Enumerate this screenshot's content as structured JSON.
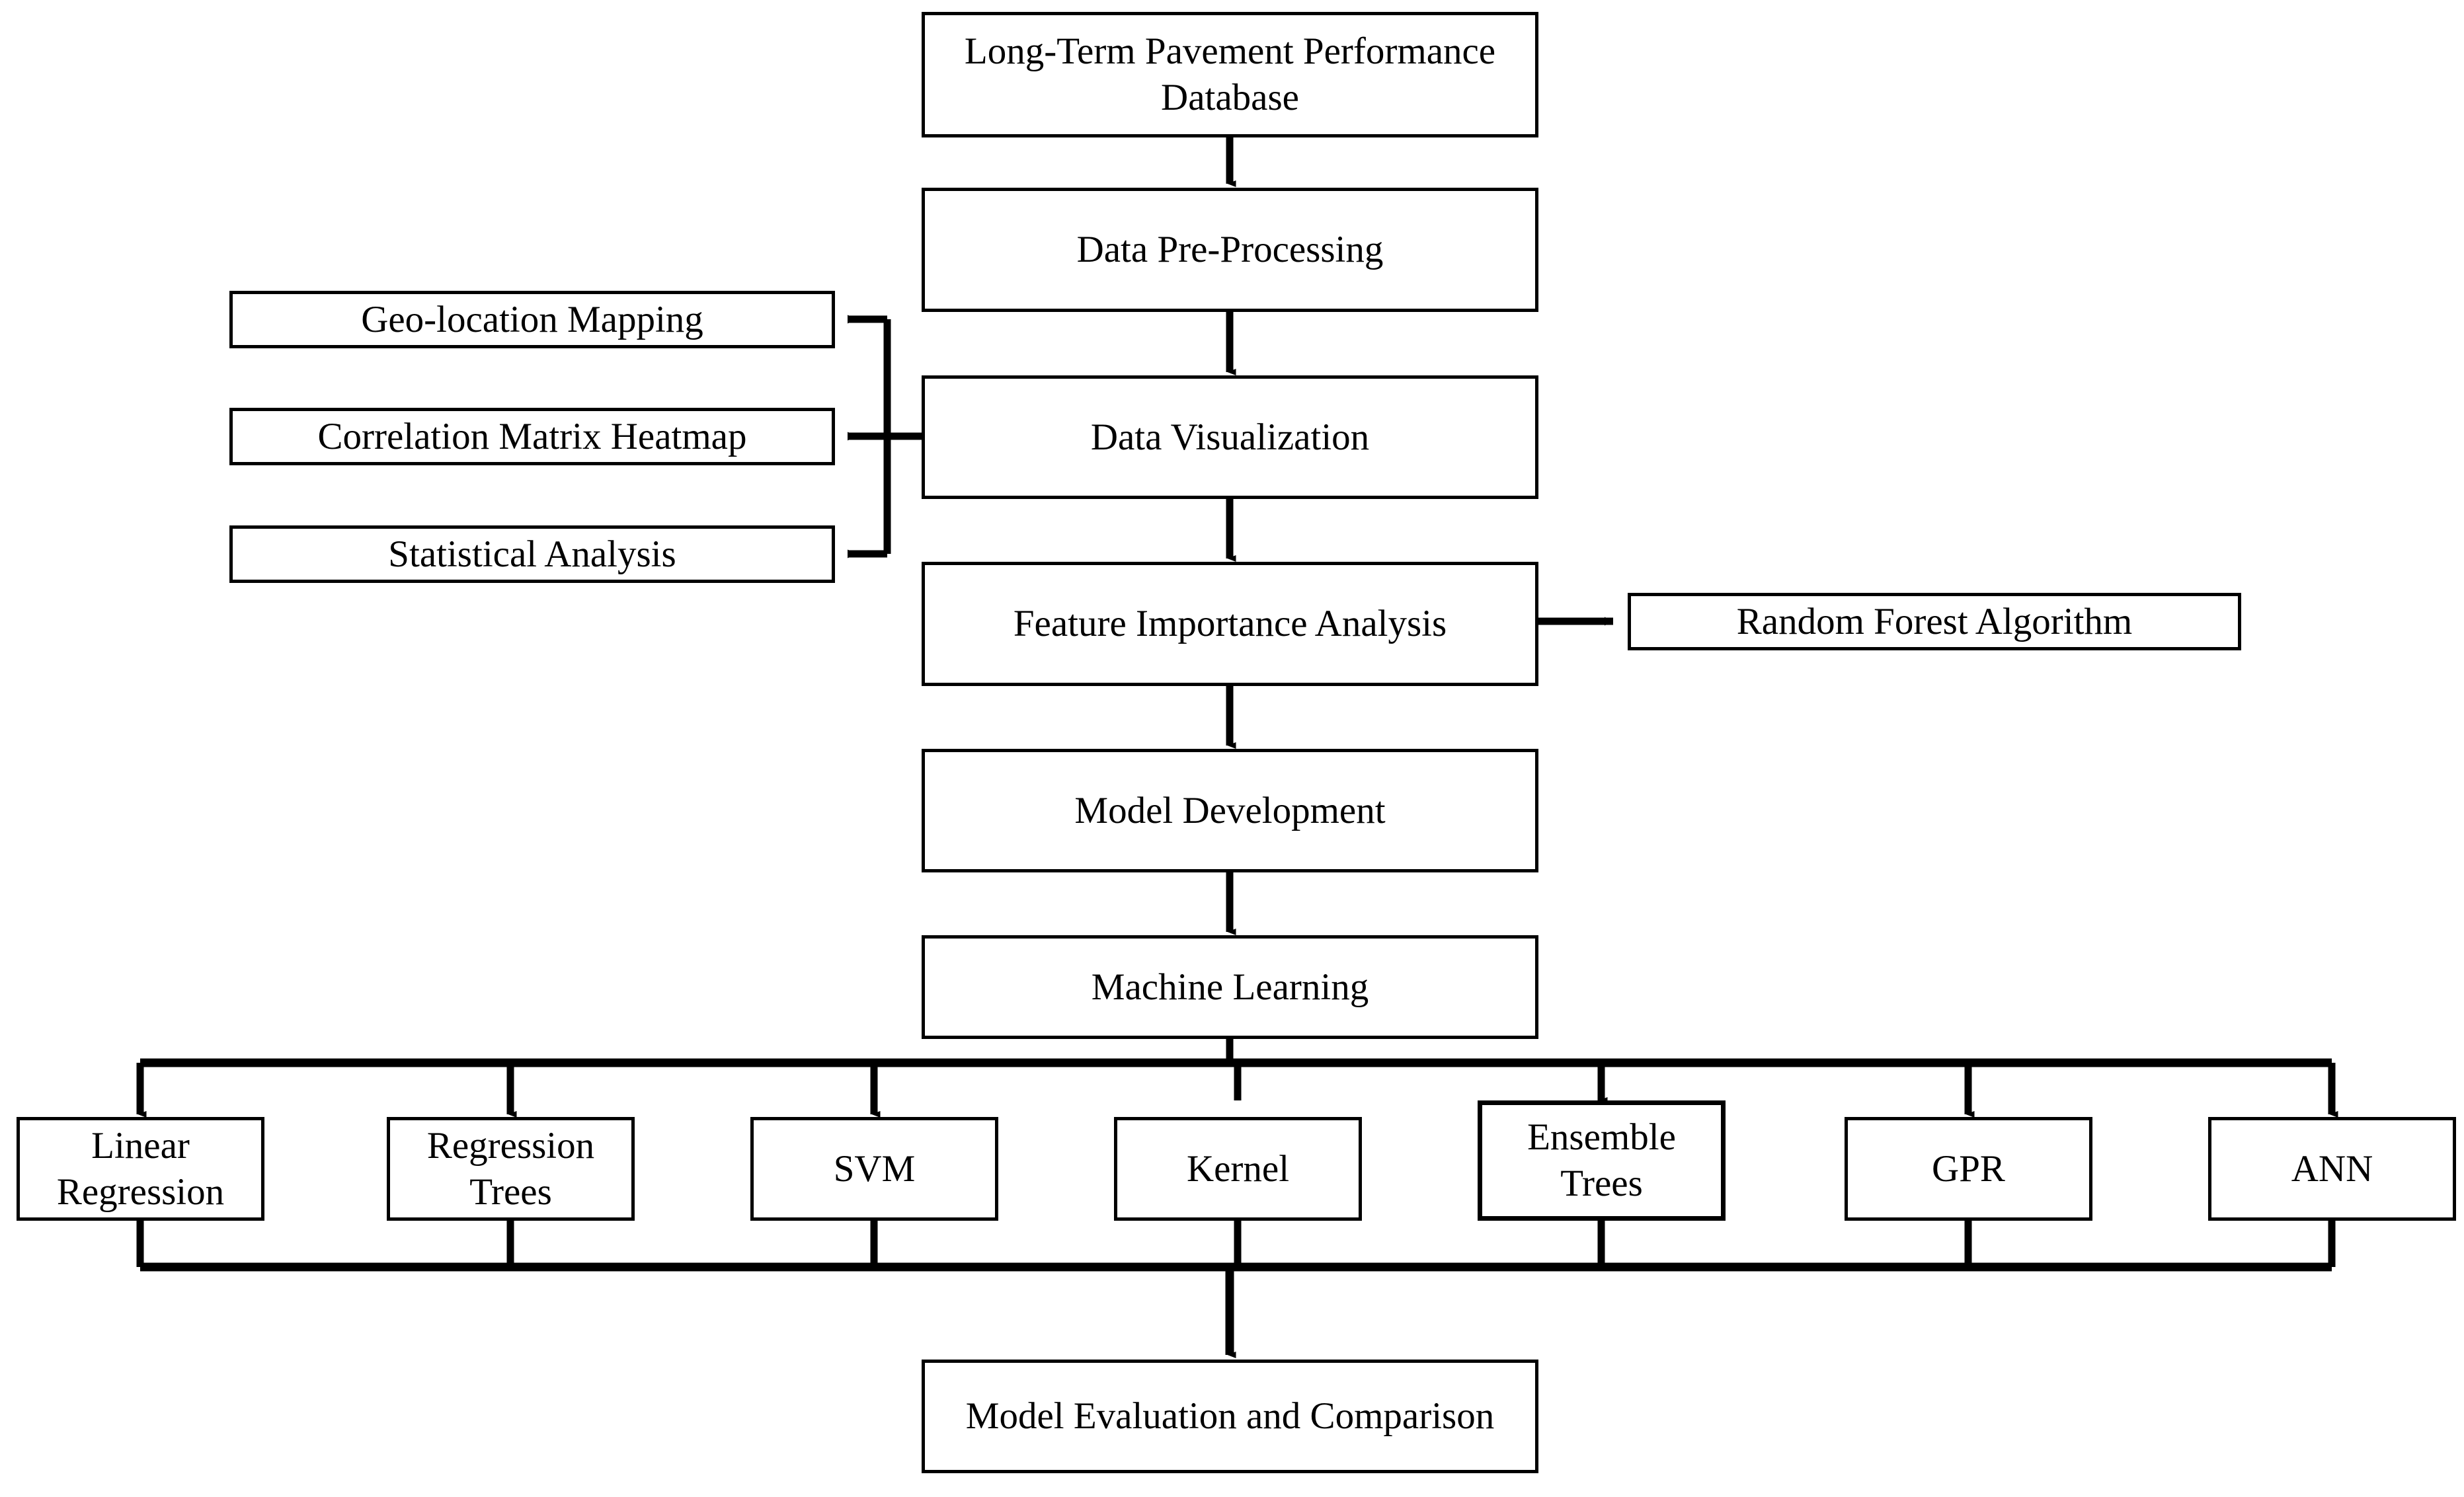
{
  "diagram": {
    "title": "Pavement Performance Machine Learning Methodology Flowchart",
    "type": "flowchart",
    "orientation": "top-to-bottom",
    "line_color": "#000000",
    "box_fill": "#ffffff",
    "background": "#ffffff"
  },
  "main_flow": [
    {
      "id": "ltpp",
      "label": "Long-Term Pavement Performance\nDatabase"
    },
    {
      "id": "preprocess",
      "label": "Data Pre-Processing"
    },
    {
      "id": "visualize",
      "label": "Data Visualization"
    },
    {
      "id": "feature",
      "label": "Feature Importance Analysis"
    },
    {
      "id": "model_dev",
      "label": "Model Development"
    },
    {
      "id": "ml",
      "label": "Machine Learning"
    }
  ],
  "visualization_outputs": [
    {
      "id": "geo",
      "label": "Geo-location Mapping"
    },
    {
      "id": "heatmap",
      "label": "Correlation Matrix Heatmap"
    },
    {
      "id": "stats",
      "label": "Statistical Analysis"
    }
  ],
  "feature_method": {
    "id": "rf",
    "label": "Random Forest Algorithm"
  },
  "ml_algorithms": [
    {
      "id": "linreg",
      "label": "Linear\nRegression"
    },
    {
      "id": "regtrees",
      "label": "Regression\nTrees"
    },
    {
      "id": "svm",
      "label": "SVM"
    },
    {
      "id": "kernel",
      "label": "Kernel"
    },
    {
      "id": "ensemble",
      "label": "Ensemble\nTrees"
    },
    {
      "id": "gpr",
      "label": "GPR"
    },
    {
      "id": "ann",
      "label": "ANN"
    }
  ],
  "final_node": {
    "id": "evaluation",
    "label": "Model Evaluation and Comparison"
  }
}
